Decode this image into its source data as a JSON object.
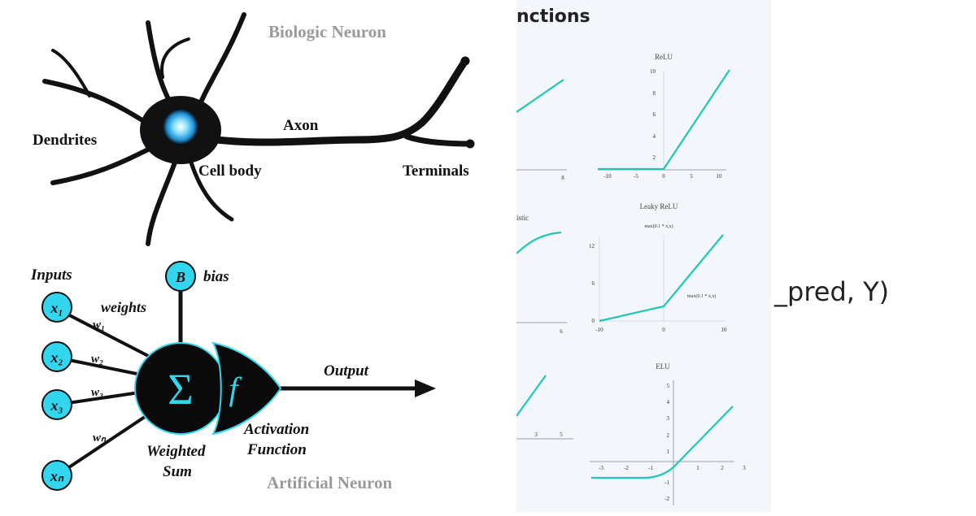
{
  "left": {
    "biologic_title": "Biologic Neuron",
    "dendrites": "Dendrites",
    "axon": "Axon",
    "cell_body": "Cell body",
    "terminals": "Terminals",
    "inputs": "Inputs",
    "bias_node": "B",
    "bias": "bias",
    "weights": "weights",
    "input_labels": [
      "x₁",
      "x₂",
      "x₃",
      "xₙ"
    ],
    "weight_labels": [
      "w₁",
      "w₂",
      "w₃",
      "wₙ"
    ],
    "sigma": "Σ",
    "f": "f",
    "output": "Output",
    "weighted_sum": [
      "Weighted",
      "Sum"
    ],
    "activation_function": [
      "Activation",
      "Function"
    ],
    "artificial_title": "Artificial Neuron",
    "colors": {
      "node": "#33d6ef",
      "body": "#0a0a0a",
      "glow": "#5fd2ff"
    }
  },
  "middle": {
    "title_fragment": "nctions",
    "relu": {
      "title": "ReLU",
      "yticks": [
        "10",
        "8",
        "6",
        "4",
        "2"
      ],
      "xticks": [
        "-10",
        "-5",
        "0",
        "5",
        "10"
      ]
    },
    "leaky": {
      "title": "Leaky ReLU",
      "annot_top": "max(0.1 * x,x)",
      "annot_right": "max(0.1 * x,x)",
      "yticks": [
        "12",
        "6",
        "0"
      ],
      "xticks": [
        "-10",
        "0",
        "10"
      ]
    },
    "elu": {
      "title": "ELU",
      "yticks": [
        "5",
        "4",
        "3",
        "2",
        "1",
        "-1",
        "-2"
      ],
      "xticks": [
        "-3",
        "-2",
        "-1",
        "1",
        "2",
        "3"
      ]
    },
    "left_fragments": {
      "top_xtick": "8",
      "logistic_label": "istic",
      "mid_xtick": "6",
      "bottom_xticks": [
        "3",
        "5"
      ]
    },
    "colors": {
      "line": "#1ec8b4",
      "grid": "#d8dde3",
      "axis": "#9aa3ad"
    }
  },
  "right": {
    "code_fragment": "_pred, Y)"
  }
}
